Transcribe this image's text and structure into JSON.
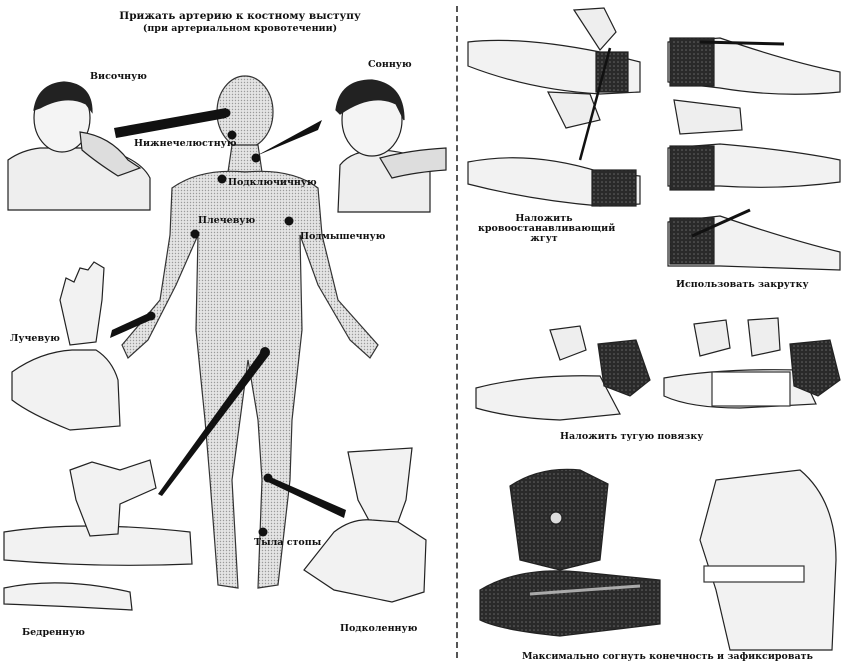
{
  "header": {
    "title": "Прижать артерию к костному выступу",
    "subtitle": "(при артериальном кровотечении)"
  },
  "pressure_points": {
    "temporal": "Височную",
    "carotid": "Сонную",
    "mandibular": "Нижнечелюстную",
    "subclavian": "Подключичную",
    "brachial": "Плечевую",
    "axillary": "Подмышечную",
    "radial": "Лучевую",
    "femoral": "Бедренную",
    "foot_dorsal": "Тыла стопы",
    "popliteal": "Подколенную"
  },
  "right_panel": {
    "tourniquet_caption": "Наложить кровоостанавливающий жгут",
    "twist_caption": "Использовать закрутку",
    "bandage_caption": "Наложить тугую повязку",
    "flex_caption": "Максимально согнуть конечность и зафиксировать"
  }
}
